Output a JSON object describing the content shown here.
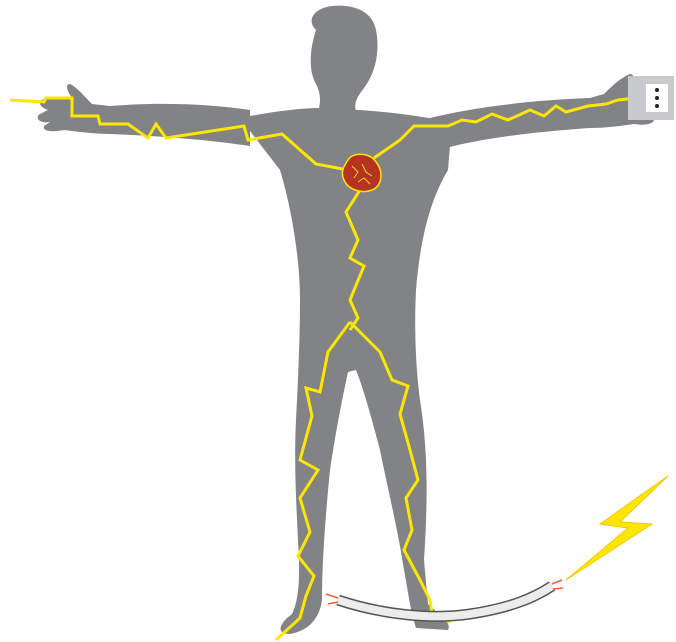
{
  "illustration": {
    "subject": "human-silhouette",
    "elements": [
      "silhouette",
      "heart",
      "current-path",
      "wall-socket",
      "bare-wire",
      "lightning-bolt"
    ]
  },
  "colors": {
    "background": "#ffffff",
    "silhouette": "#818385",
    "current": "#ffe600",
    "current_outline": "#f0c800",
    "heart": "#b5341f",
    "heart_detail": "#f2d23c",
    "socket_plate": "#c8c9cb",
    "socket_face": "#ffffff",
    "socket_holes": "#222222",
    "wire_body": "#ececec",
    "wire_outline": "#555555",
    "wire_tip": "#e0623a"
  }
}
